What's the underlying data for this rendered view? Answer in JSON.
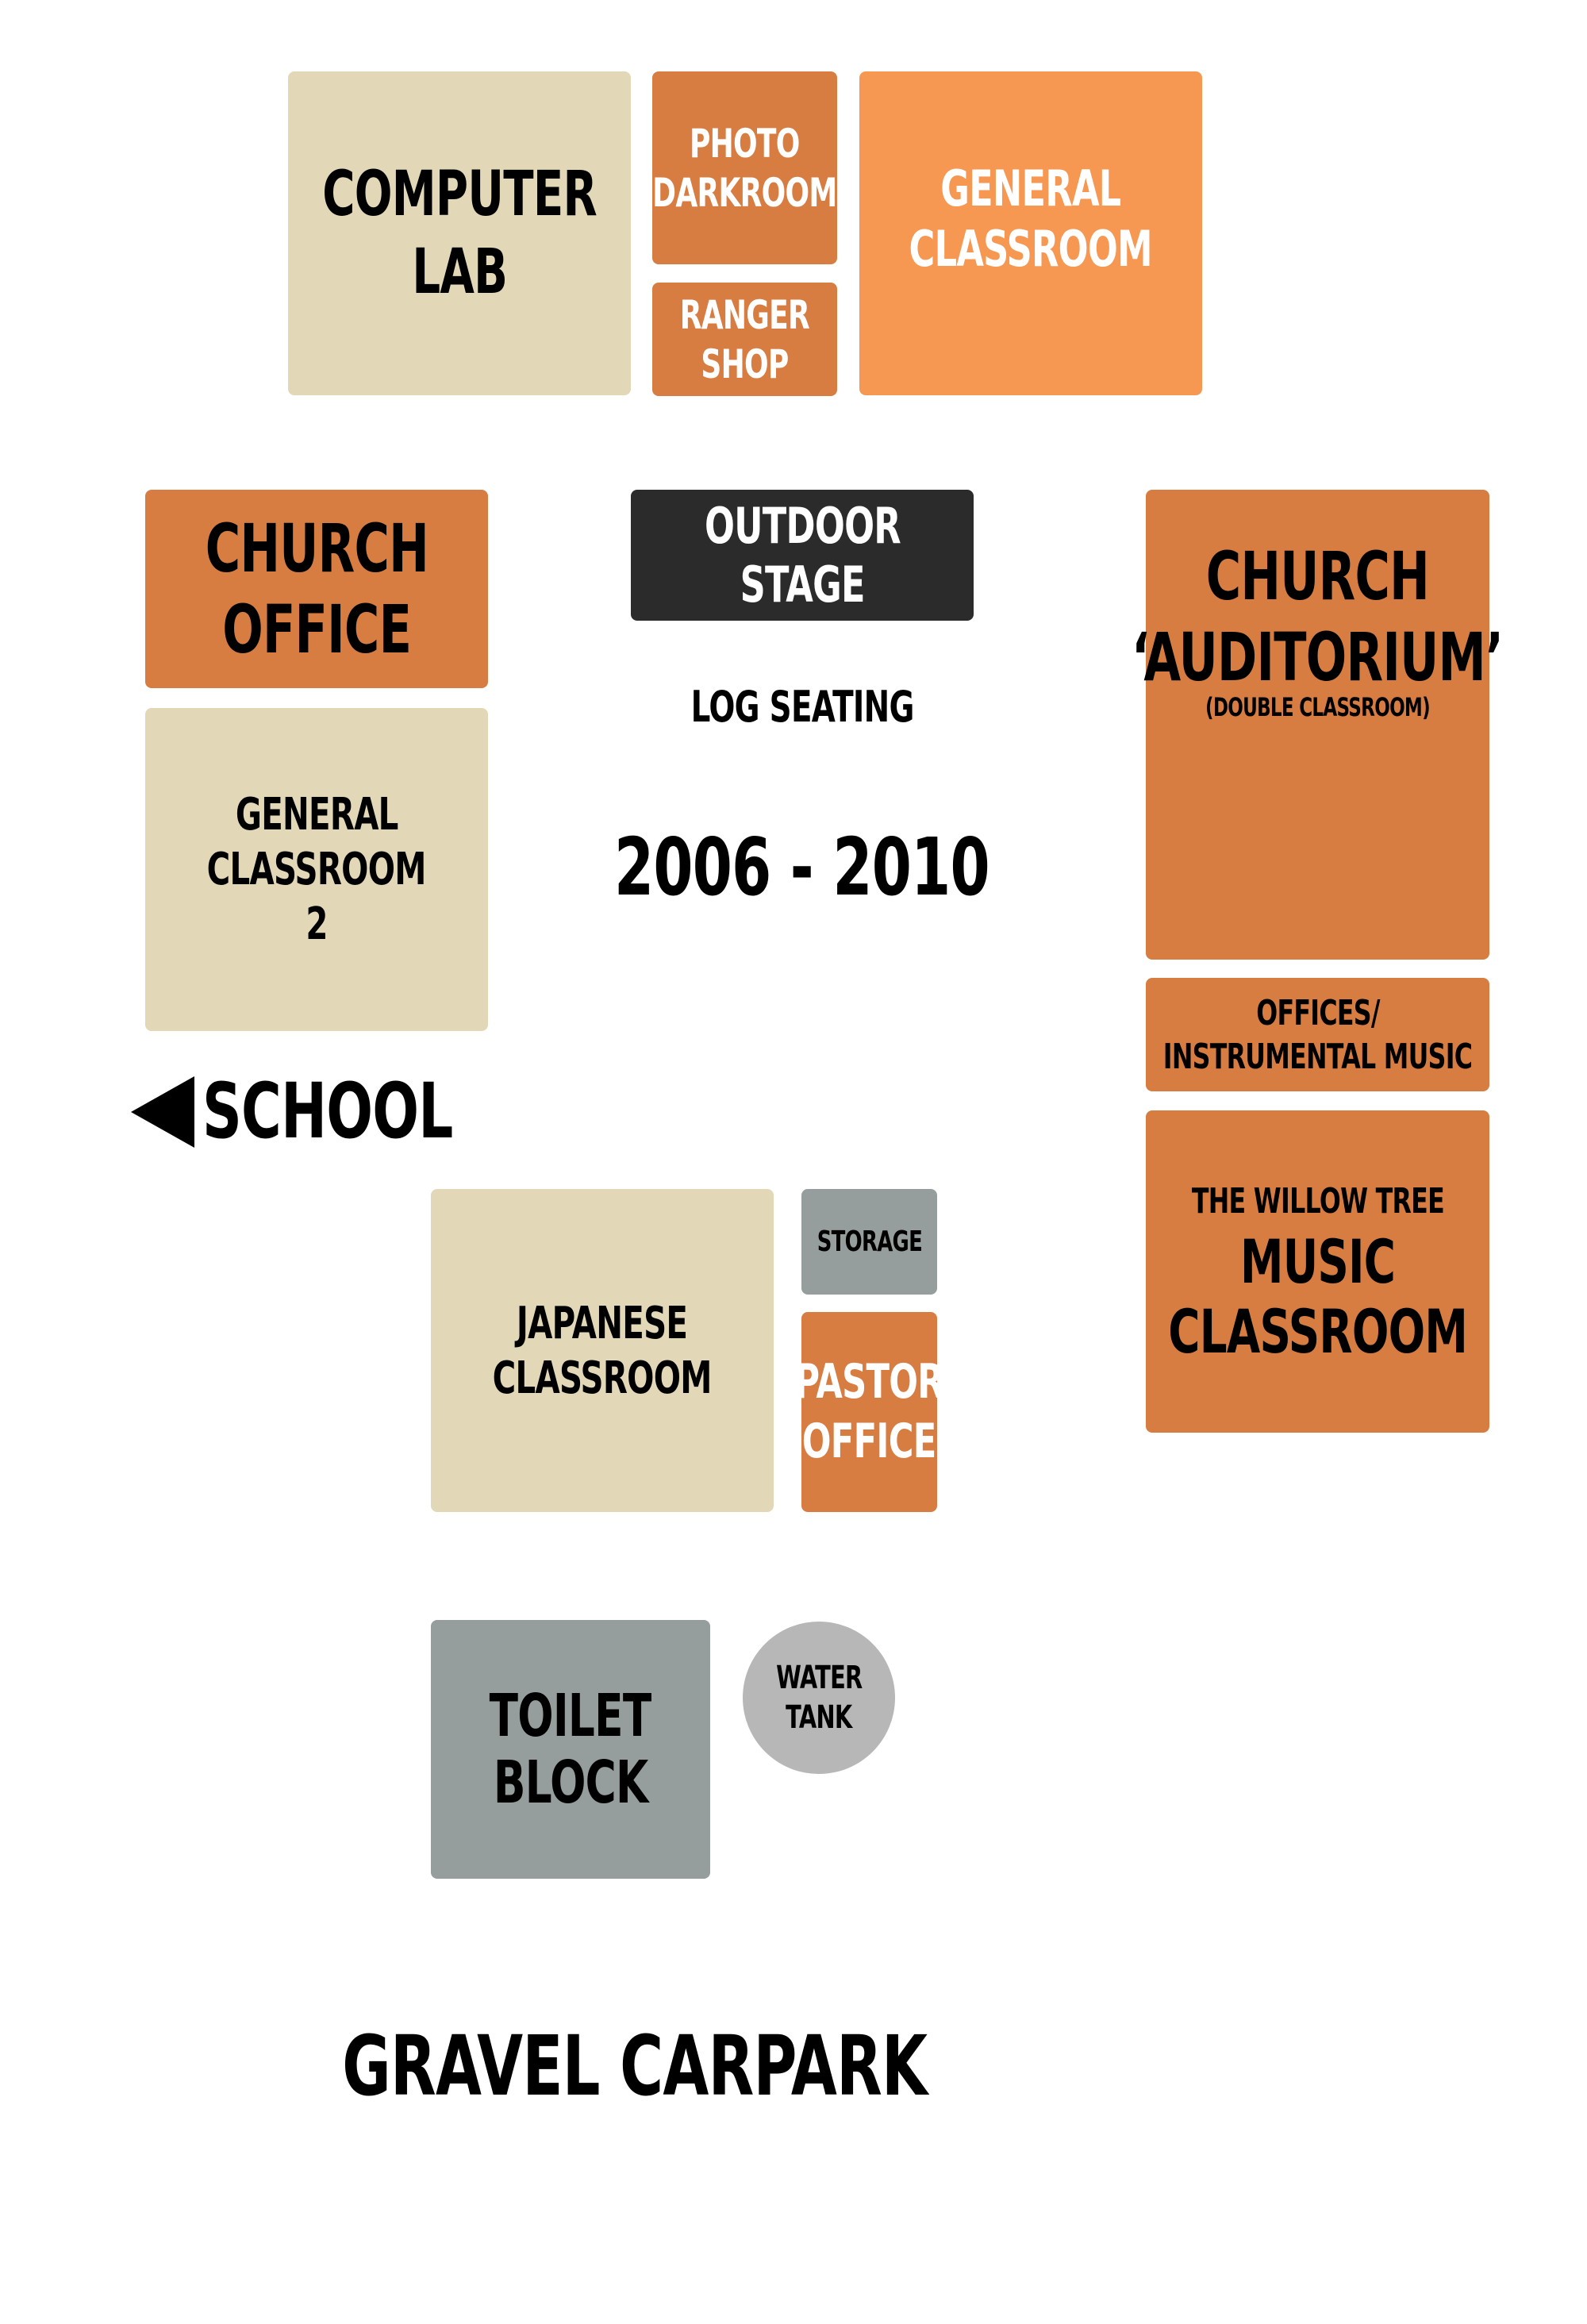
{
  "colors": {
    "beige": "#e2d8b8",
    "orange": "#d87d42",
    "light_orange": "#f69851",
    "dark": "#2b2b2b",
    "gray": "#969d9d",
    "tank": "#b7b7b7",
    "text_dark": "#000000",
    "text_light": "#ffffff"
  },
  "rooms": {
    "computer_lab": {
      "line1": "COMPUTER",
      "line2": "LAB"
    },
    "photo_darkroom": {
      "line1": "PHOTO",
      "line2": "DARKROOM"
    },
    "ranger_shop": {
      "line1": "RANGER",
      "line2": "SHOP"
    },
    "general_classroom": {
      "line1": "GENERAL",
      "line2": "CLASSROOM"
    },
    "church_office": {
      "line1": "CHURCH",
      "line2": "OFFICE"
    },
    "outdoor_stage": {
      "line1": "OUTDOOR",
      "line2": "STAGE"
    },
    "church_auditorium": {
      "line1": "CHURCH",
      "line2": "‘AUDITORIUM’",
      "note": "(DOUBLE CLASSROOM)"
    },
    "general_classroom_2": {
      "line1": "GENERAL",
      "line2": "CLASSROOM",
      "line3": "2"
    },
    "offices_instrumental_music": {
      "line1": "OFFICES/",
      "line2": "INSTRUMENTAL MUSIC"
    },
    "music_classroom": {
      "line1": "THE WILLOW TREE",
      "line2": "MUSIC",
      "line3": "CLASSROOM"
    },
    "japanese_classroom": {
      "line1": "JAPANESE",
      "line2": "CLASSROOM"
    },
    "storage": {
      "line1": "STORAGE"
    },
    "pastor_office": {
      "line1": "PASTOR",
      "line2": "OFFICE"
    },
    "toilet_block": {
      "line1": "TOILET",
      "line2": "BLOCK"
    },
    "water_tank": {
      "line1": "WATER",
      "line2": "TANK"
    }
  },
  "labels": {
    "log_seating": "LOG SEATING",
    "years": "2006 - 2010",
    "school": "SCHOOL",
    "gravel_carpark": "GRAVEL CARPARK"
  },
  "icons": {
    "school_arrow": "left-pointing-triangle"
  }
}
